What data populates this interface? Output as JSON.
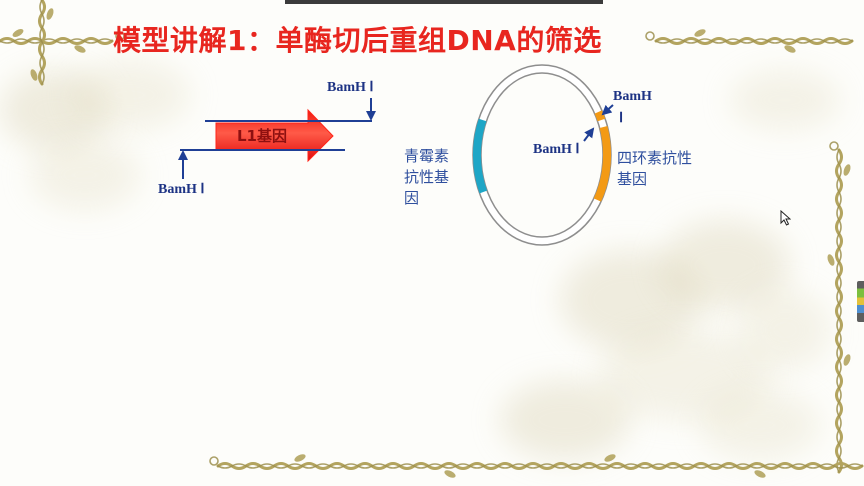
{
  "slide": {
    "title": "模型讲解1：单酶切后重组DNA的筛选"
  },
  "gene_construct": {
    "gene_label": "L1基因",
    "site_label_top": "BamH Ⅰ",
    "site_label_bottom": "BamH Ⅰ"
  },
  "plasmid": {
    "site_label_upper": {
      "line1": "BamH",
      "line2": "Ⅰ"
    },
    "site_label_lower": "BamH Ⅰ",
    "tetracycline_resistance_label": [
      "四环素抗性",
      "基因"
    ],
    "penicillin_resistance_label": [
      "青霉素",
      "抗性基",
      "因"
    ]
  },
  "colors": {
    "title": "#e8261f",
    "gene_arrow": "#ff2418",
    "strand_line": "#1f3f95",
    "site_label": "#1d3384",
    "resistance_label": "#2f4f9e",
    "penicillin_gene": "#1ea6c6",
    "tetracycline_gene": "#f39a15",
    "plasmid_outline": "#8e8e8e",
    "vine": "#b3a45f"
  },
  "icons": {
    "cursor": "mouse-pointer-icon"
  }
}
